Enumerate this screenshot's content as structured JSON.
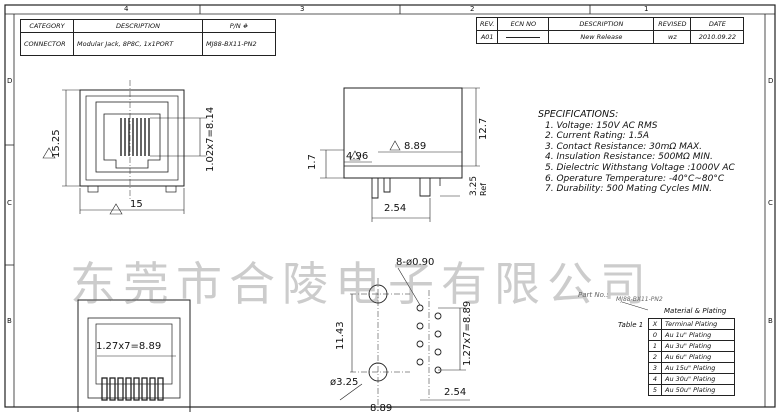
{
  "title_block": {
    "headers": {
      "category": "CATEGORY",
      "description": "DESCRIPTION",
      "pn": "P/N #"
    },
    "row": {
      "category": "CONNECTOR",
      "description": "Modular Jack, 8P8C, 1x1PORT",
      "pn": "MJ88-BX11-PN2"
    }
  },
  "revision_block": {
    "headers": {
      "rev": "REV.",
      "ecn": "ECN NO",
      "description": "DESCRIPTION",
      "revised": "REVISED",
      "date": "DATE"
    },
    "row": {
      "rev": "A01",
      "ecn": "",
      "description": "New Release",
      "revised": "wz",
      "date": "2010.09.22"
    }
  },
  "zones": {
    "top": [
      "4",
      "3",
      "2",
      "1"
    ],
    "left": [
      "D",
      "C",
      "B"
    ]
  },
  "specifications": {
    "heading": "SPECIFICATIONS:",
    "items": [
      "1. Voltage: 150V AC RMS",
      "2. Current Rating: 1.5A",
      "3. Contact Resistance: 30mΩ MAX.",
      "4. Insulation Resistance: 500MΩ MIN.",
      "5. Dielectric Withstang Voltage :1000V AC",
      "6. Operature Temperature: -40°C~80°C",
      "7. Durability: 500 Mating Cycles MIN."
    ]
  },
  "dimensions": {
    "front_height": "15.25",
    "front_width": "15",
    "pitch_front": "1.02x7=8.14",
    "side_height": "12.7",
    "side_h2": "1.7",
    "side_w1": "4.96",
    "side_w2": "8.89",
    "side_w3": "2.54",
    "side_ref": "3.25",
    "side_ref_label": "Ref",
    "holes": "8-ø0.90",
    "pcb_height": "11.43",
    "pcb_pitch": "1.27x7=8.89",
    "pcb_post": "ø3.25",
    "pcb_w": "2.54",
    "pcb_bottom": "8.89",
    "bottom_pitch": "1.27x7=8.89"
  },
  "watermark": "东莞市合陵电子有限公司",
  "part_no": {
    "label": "Part No.:",
    "value": "MJ88-BX11-PN2"
  },
  "material_label": "Material & Plating",
  "table_label": "Table 1",
  "plating_table": {
    "header": {
      "code": "X",
      "text": "Terminal Plating"
    },
    "rows": [
      {
        "code": "0",
        "text": "Au 1u\" Plating"
      },
      {
        "code": "1",
        "text": "Au 3u\" Plating"
      },
      {
        "code": "2",
        "text": "Au 6u\" Plating"
      },
      {
        "code": "3",
        "text": "Au 15u\" Plating"
      },
      {
        "code": "4",
        "text": "Au 30u\" Plating"
      },
      {
        "code": "5",
        "text": "Au 50u\" Plating"
      }
    ]
  }
}
